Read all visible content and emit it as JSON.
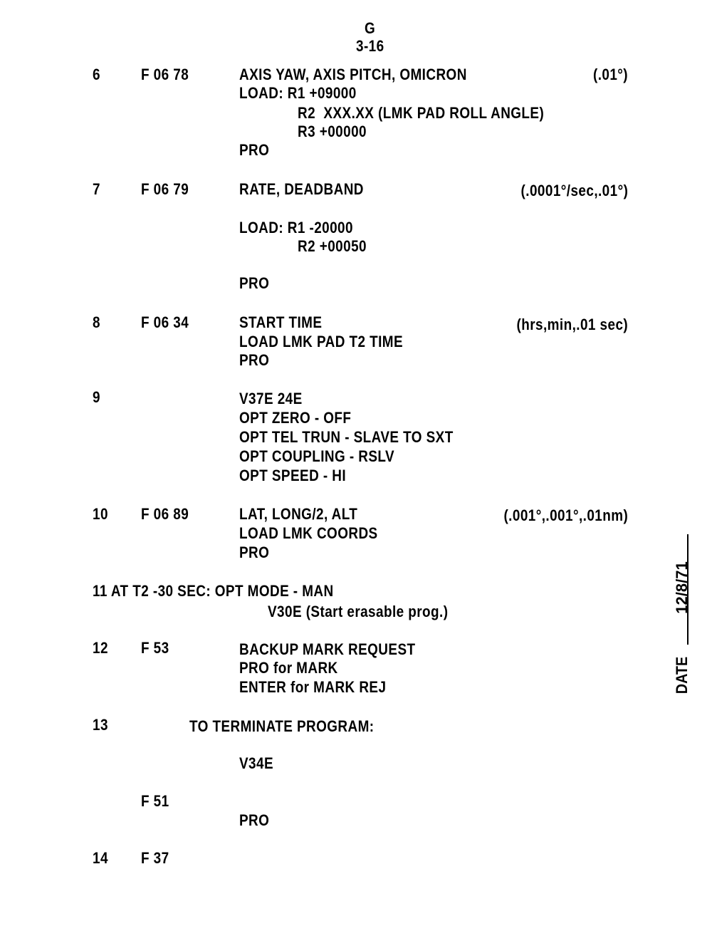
{
  "header": {
    "section": "G",
    "page": "3-16"
  },
  "steps": {
    "s6": {
      "num": "6",
      "code": "F 06 78",
      "title": "AXIS YAW, AXIS PITCH, OMICRON",
      "units": "(.01°)",
      "lines": [
        "LOAD: R1 +09000",
        "R2  XXX.XX (LMK PAD ROLL ANGLE)",
        "R3 +00000",
        "PRO"
      ]
    },
    "s7": {
      "num": "7",
      "code": "F 06 79",
      "title": "RATE, DEADBAND",
      "units": "(.0001°/sec,.01°)",
      "lines": [
        "LOAD: R1 -20000",
        "R2 +00050",
        "PRO"
      ]
    },
    "s8": {
      "num": "8",
      "code": "F 06 34",
      "title": "START TIME",
      "units": "(hrs,min,.01 sec)",
      "lines": [
        "LOAD LMK PAD T2 TIME",
        "PRO"
      ]
    },
    "s9": {
      "num": "9",
      "lines": [
        "V37E 24E",
        "OPT ZERO - OFF",
        "OPT TEL TRUN - SLAVE TO SXT",
        "OPT COUPLING - RSLV",
        "OPT SPEED - HI"
      ]
    },
    "s10": {
      "num": "10",
      "code": "F 06 89",
      "title": "LAT, LONG/2, ALT",
      "units": "(.001°,.001°,.01nm)",
      "lines": [
        "LOAD LMK COORDS",
        "PRO"
      ]
    },
    "s11": {
      "text": "11 AT T2 -30 SEC: OPT MODE - MAN",
      "lines": [
        "V30E (Start erasable prog.)"
      ]
    },
    "s12": {
      "num": "12",
      "code": "F 53",
      "lines": [
        "BACKUP MARK REQUEST",
        "PRO for MARK",
        "ENTER for MARK REJ"
      ]
    },
    "s13": {
      "num": "13",
      "title": "TO TERMINATE PROGRAM:",
      "lines": [
        "V34E"
      ],
      "code2": "F 51",
      "lines2": [
        "PRO"
      ]
    },
    "s14": {
      "num": "14",
      "code": "F 37"
    }
  },
  "date": {
    "label": "DATE",
    "value": "12/8/71"
  }
}
